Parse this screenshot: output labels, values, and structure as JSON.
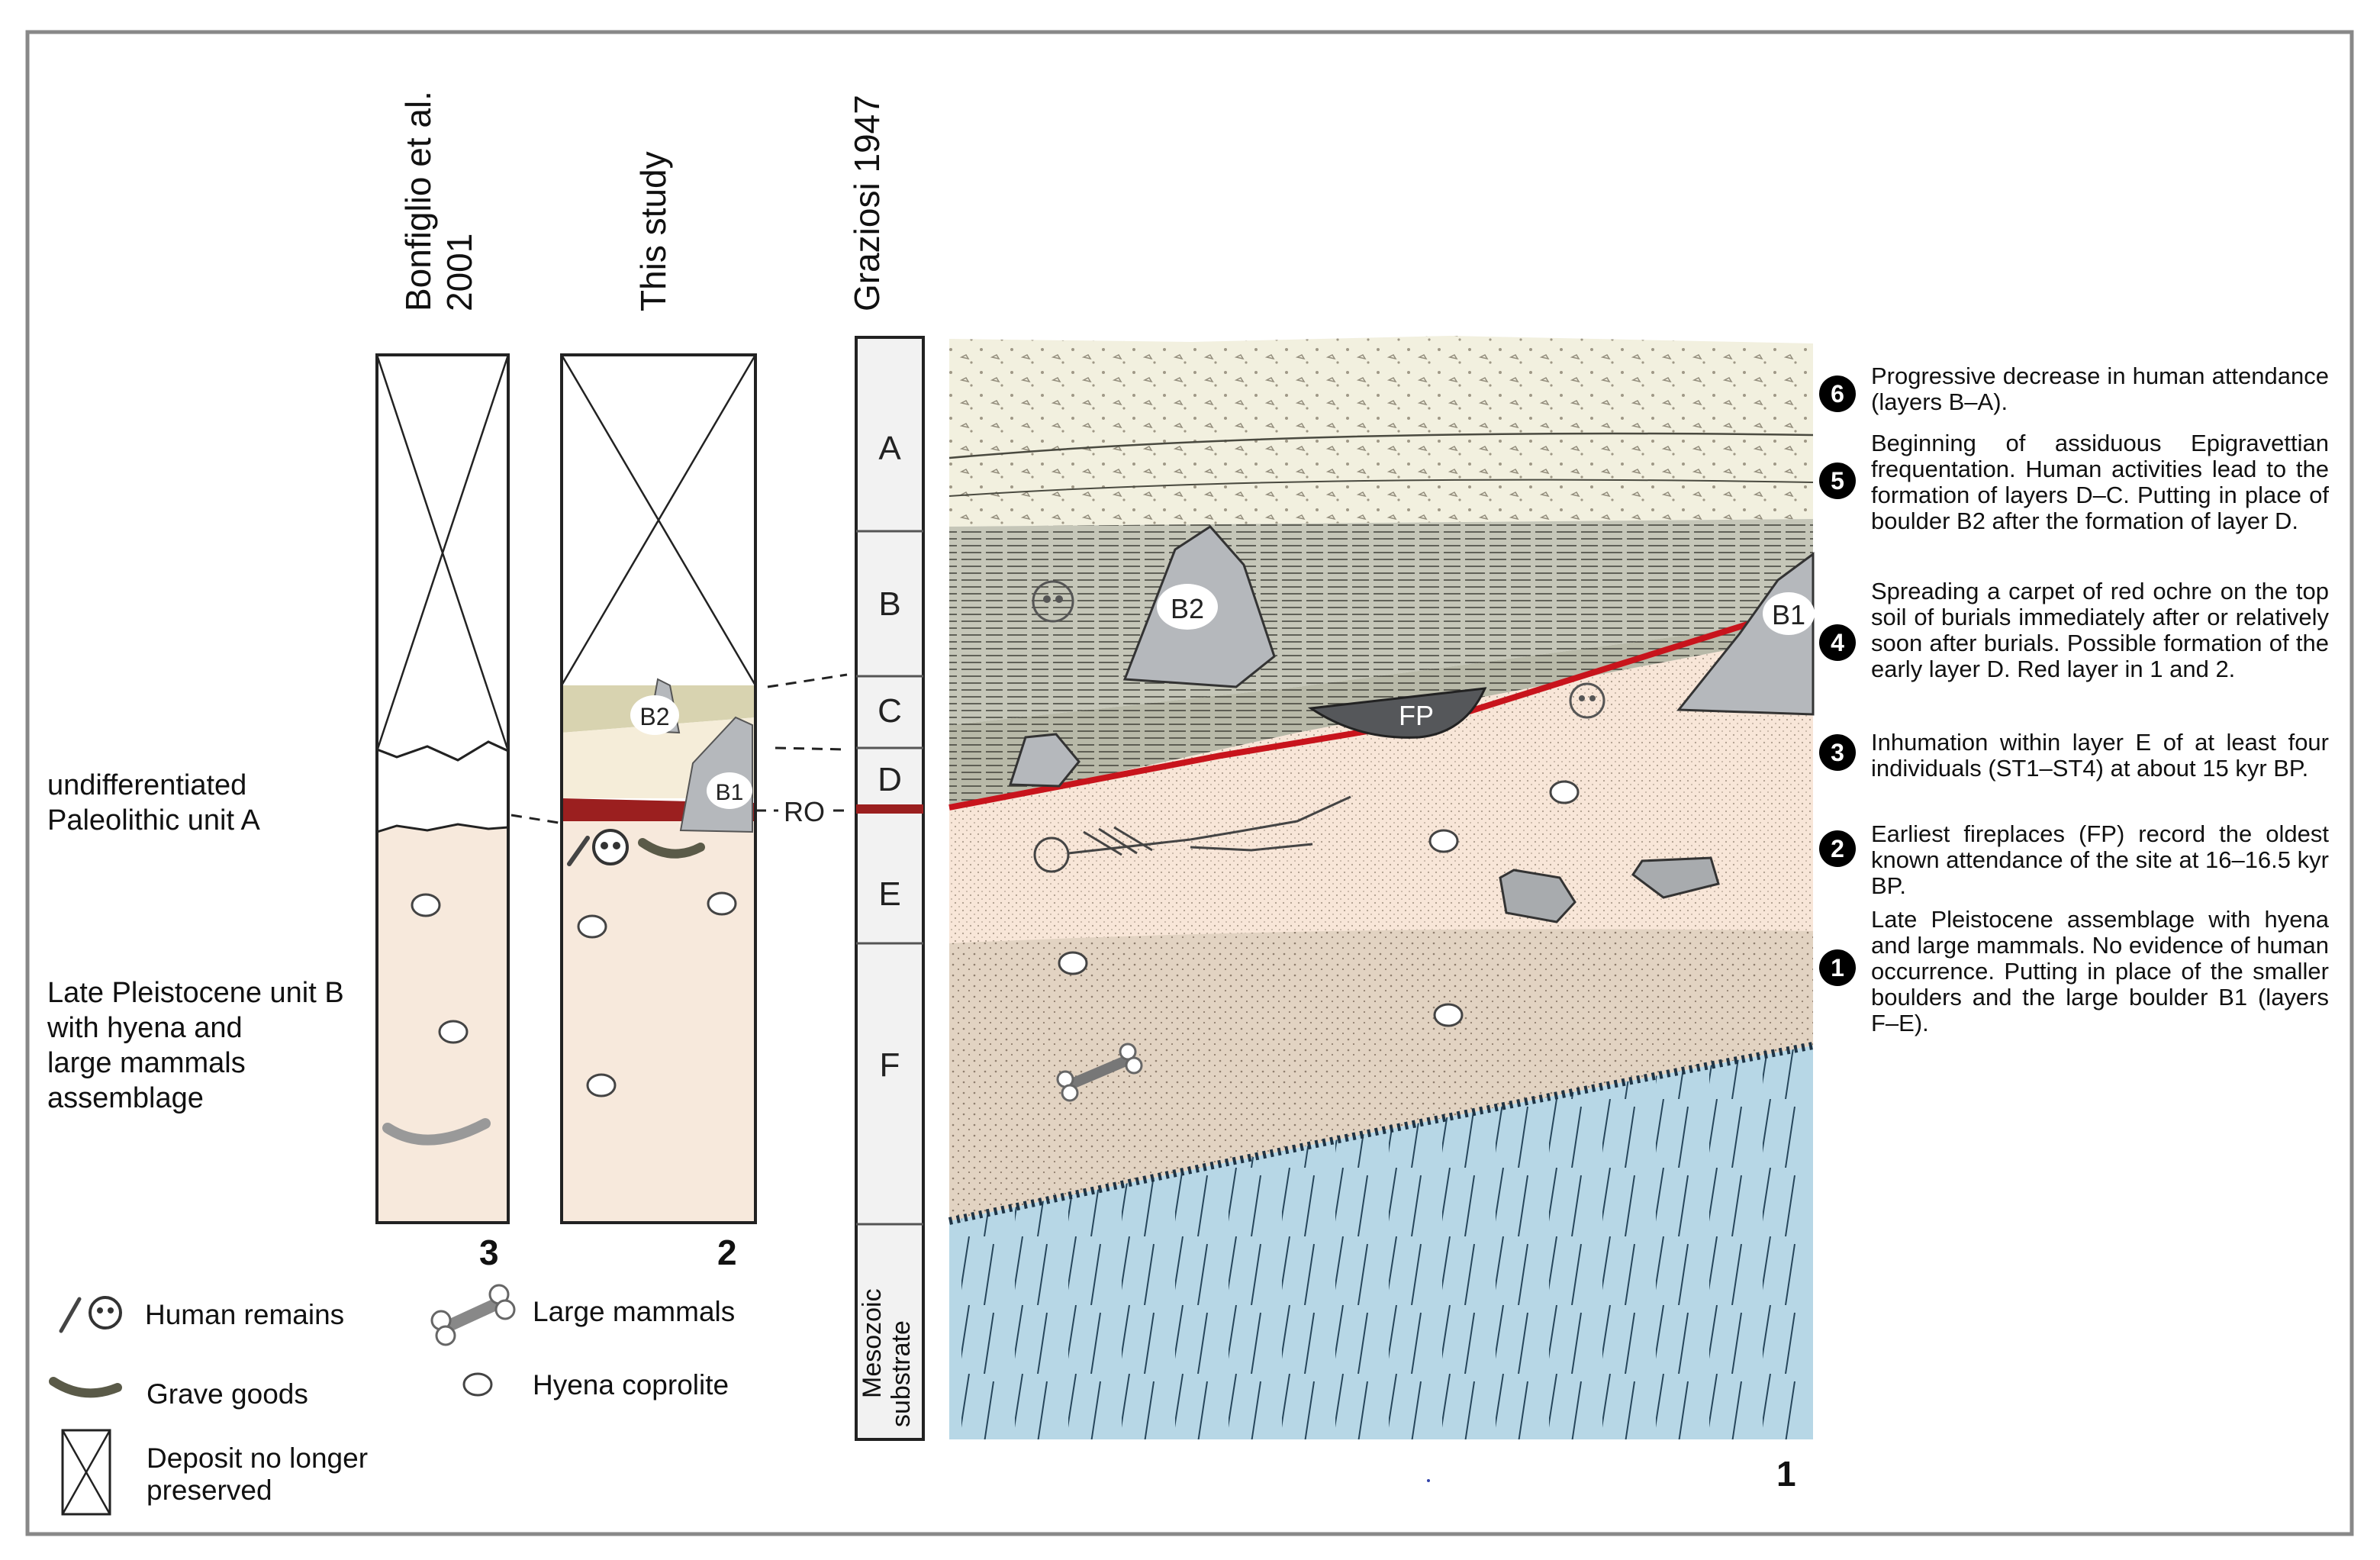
{
  "columns": {
    "bonfiglio": {
      "title_line1": "Bonfiglio et al.",
      "title_line2": "2001",
      "panel_number": "3"
    },
    "this_study": {
      "title": "This study",
      "panel_number": "2"
    },
    "graziosi": {
      "title": "Graziosi 1947"
    }
  },
  "left_labels": {
    "unit_a": [
      "undifferentiated",
      "Paleolithic unit A"
    ],
    "unit_b": [
      "Late Pleistocene unit B",
      "with hyena and",
      "large mammals",
      "assemblage"
    ]
  },
  "graziosi_layers": [
    "A",
    "B",
    "C",
    "D",
    "E",
    "F"
  ],
  "graziosi_substrate": [
    "Mesozoic",
    "substrate"
  ],
  "marker_ro": "RO",
  "section_labels": {
    "b1": "B1",
    "b2": "B2",
    "fp": "FP"
  },
  "column2_labels": {
    "b1": "B1",
    "b2": "B2"
  },
  "main_panel_number": "1",
  "legend": {
    "human_remains": "Human remains",
    "large_mammals": "Large mammals",
    "grave_goods": "Grave goods",
    "hyena_coprolite": "Hyena coprolite",
    "deposit_line1": "Deposit no longer",
    "deposit_line2": "preserved"
  },
  "notes": [
    {
      "badge": "6",
      "text": "Progressive decrease in human attendance (layers B–A)."
    },
    {
      "badge": "5",
      "text": "Beginning of assiduous Epigravettian frequentation. Human activities lead to the formation of layers D–C. Putting in place of boulder B2 after the formation of layer D."
    },
    {
      "badge": "4",
      "text": "Spreading a carpet of red ochre on the top soil of burials immediately after or relatively soon after burials. Possible formation of the early layer D. Red layer in 1 and 2."
    },
    {
      "badge": "3",
      "text": "Inhumation within layer E of at least four individuals (ST1–ST4) at about 15 kyr BP."
    },
    {
      "badge": "2",
      "text": "Earliest fireplaces (FP) record the oldest known attendance of the site at 16–16.5 kyr BP."
    },
    {
      "badge": "1",
      "text": "Late Pleistocene assemblage with hyena and large mammals. No evidence of human occurrence. Putting in place of the smaller boulders and the large boulder B1 (layers F–E)."
    }
  ],
  "colors": {
    "frame": "#888888",
    "unit_b_fill": "#f7e9dc",
    "layer_c_fill": "#d8d3b0",
    "ochre_red": "#9b1f1f",
    "boulder_grey": "#b5b8bc",
    "water_blue": "#b7d7e6",
    "layer_a_fill": "#f2f0df",
    "layer_b_fill": "#a9aa99",
    "layer_e_fill": "#f8e6d8",
    "layer_f_fill": "#e2d3c2"
  }
}
